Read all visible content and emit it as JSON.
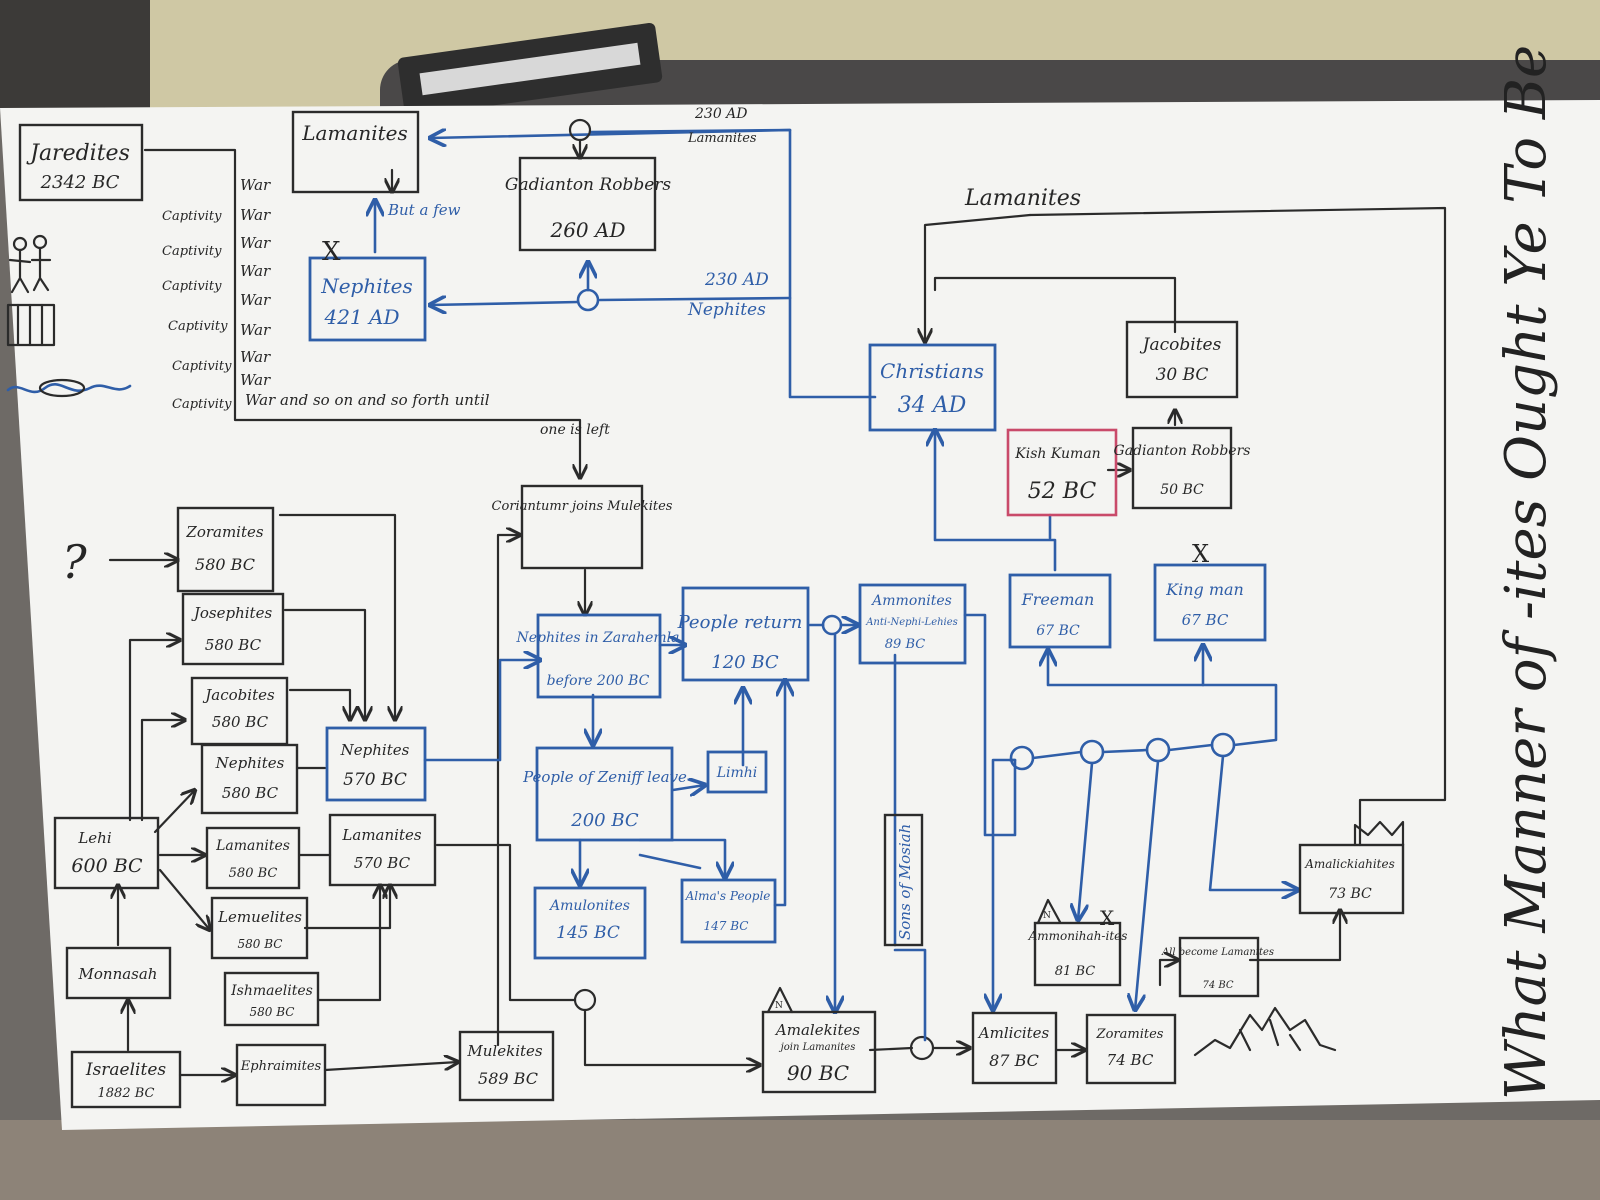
{
  "title": "What Manner of -ites Ought Ye To Be",
  "nodes": {
    "jaredites": {
      "name": "Jaredites",
      "date": "2342 BC"
    },
    "lamanites_top": {
      "name": "Lamanites"
    },
    "gadianton_260": {
      "name": "Gadianton Robbers",
      "date": "260 AD"
    },
    "nephites_421": {
      "name": "Nephites",
      "date": "421 AD"
    },
    "christians": {
      "name": "Christians",
      "date": "34 AD"
    },
    "jacobites_30": {
      "name": "Jacobites",
      "date": "30 BC"
    },
    "kishkumen": {
      "name": "Kish Kuman",
      "date": "52 BC"
    },
    "gadianton_50": {
      "name": "Gadianton Robbers",
      "date": "50 BC"
    },
    "freeman": {
      "name": "Freeman",
      "date": "67 BC"
    },
    "kingman": {
      "name": "King man",
      "date": "67 BC"
    },
    "coriantumr": {
      "name": "Coriantumr joins Mulekites"
    },
    "zoramites_580": {
      "name": "Zoramites",
      "date": "580 BC"
    },
    "josephites": {
      "name": "Josephites",
      "date": "580 BC"
    },
    "jacobites_580": {
      "name": "Jacobites",
      "date": "580 BC"
    },
    "nephites_580": {
      "name": "Nephites",
      "date": "580 BC"
    },
    "lamanites_580": {
      "name": "Lamanites",
      "date": "580 BC"
    },
    "lemuelites": {
      "name": "Lemuelites",
      "date": "580 BC"
    },
    "ishmaelites": {
      "name": "Ishmaelites",
      "date": "580 BC"
    },
    "nephites_570": {
      "name": "Nephites",
      "date": "570 BC"
    },
    "lamanites_570": {
      "name": "Lamanites",
      "date": "570 BC"
    },
    "lehi": {
      "name": "Lehi",
      "date": "600 BC"
    },
    "manasseh": {
      "name": "Monnasah"
    },
    "israelites": {
      "name": "Israelites",
      "date": "1882 BC"
    },
    "ephraimites": {
      "name": "Ephraimites"
    },
    "mulekites": {
      "name": "Mulekites",
      "date": "589 BC"
    },
    "nephites_zarahemla": {
      "name": "Nephites in Zarahemla",
      "date": "before 200 BC"
    },
    "people_return": {
      "name": "People return",
      "date": "120 BC"
    },
    "people_zeniff": {
      "name": "People of Zeniff leave",
      "date": "200 BC"
    },
    "limhi": {
      "name": "Limhi"
    },
    "amulonites": {
      "name": "Amulonites",
      "date": "145 BC"
    },
    "almas_people": {
      "name": "Alma's People",
      "date": "147 BC"
    },
    "ammonites": {
      "name": "Ammonites",
      "sub": "Anti-Nephi-Lehies",
      "date": "89 BC"
    },
    "sons_mosiah": {
      "name": "Sons of Mosiah"
    },
    "amalekites_90": {
      "name": "Amalekites",
      "sub": "join Lamanites",
      "date": "90 BC"
    },
    "amlicites": {
      "name": "Amlicites",
      "date": "87 BC"
    },
    "zoramites_74": {
      "name": "Zoramites",
      "date": "74 BC"
    },
    "ammonihahites": {
      "name": "Ammonihah-ites",
      "date": "81 BC"
    },
    "all_become_lamanites": {
      "name": "All become Lamanites",
      "date": "74 BC"
    },
    "amalickiahites": {
      "name": "Amalickiahites",
      "date": "73 BC"
    }
  },
  "labels": {
    "war": "War",
    "captivity": "Captivity",
    "and_so_on": "War and so on and so forth until",
    "one_is_left": "one is left",
    "but_a_few": "But a few",
    "ad230": "230 AD",
    "lamanites_small": "Lamanites",
    "nephites_small": "Nephites",
    "lamanites_long": "Lamanites",
    "question": "?",
    "n_mark": "N",
    "x_mark": "X"
  },
  "colors": {
    "board": "#f4f4f2",
    "black_ink": "#2b2b2b",
    "blue_ink": "#2f5ea8",
    "red_ink": "#c94a6a"
  }
}
